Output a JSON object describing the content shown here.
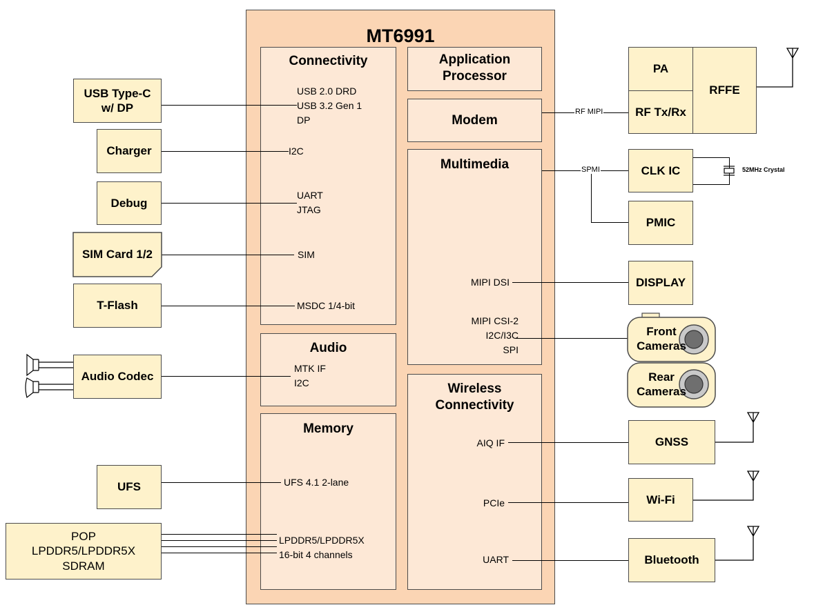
{
  "chip": {
    "title": "MT6991"
  },
  "blocks": {
    "connectivity": {
      "title": "Connectivity"
    },
    "app_processor": {
      "title": "Application\nProcessor"
    },
    "modem": {
      "title": "Modem"
    },
    "multimedia": {
      "title": "Multimedia"
    },
    "audio": {
      "title": "Audio"
    },
    "memory": {
      "title": "Memory"
    },
    "wireless": {
      "title": "Wireless\nConnectivity"
    }
  },
  "signals": {
    "usb": "USB 2.0 DRD\nUSB 3.2 Gen 1\nDP",
    "i2c": "I2C",
    "uart_jtag": "UART\nJTAG",
    "sim": "SIM",
    "msdc": "MSDC 1/4-bit",
    "audio_if": "MTK IF\nI2C",
    "ufs": "UFS 4.1 2-lane",
    "lpddr": "LPDDR5/LPDDR5X\n16-bit 4 channels",
    "mipi_dsi": "MIPI DSI",
    "mipi_csi": "MIPI CSI-2\nI2C/I3C\nSPI",
    "aiq": "AIQ IF",
    "pcie": "PCIe",
    "uart": "UART"
  },
  "left_peripherals": {
    "usb": "USB Type-C\nw/ DP",
    "charger": "Charger",
    "debug": "Debug",
    "sim_card": "SIM Card 1/2",
    "tflash": "T-Flash",
    "audio_codec": "Audio Codec",
    "ufs": "UFS",
    "pop": "POP\nLPDDR5/LPDDR5X\nSDRAM"
  },
  "right_peripherals": {
    "pa": "PA",
    "rf_txrx": "RF Tx/Rx",
    "rffe": "RFFE",
    "clk_ic": "CLK IC",
    "pmic": "PMIC",
    "display": "DISPLAY",
    "front_cameras": "Front\nCameras",
    "rear_cameras": "Rear\nCameras",
    "gnss": "GNSS",
    "wifi": "Wi-Fi",
    "bluetooth": "Bluetooth"
  },
  "link_labels": {
    "rf_mipi": "RF MIPI",
    "spmi": "SPMI",
    "crystal": "52MHz Crystal"
  },
  "colors": {
    "chip_fill": "#fbd5b4",
    "block_fill": "#fde8d6",
    "peripheral_fill": "#fef2cb",
    "stroke": "#4a4a4a"
  },
  "icons": [
    "antenna-icon",
    "speaker-icon",
    "crystal-icon",
    "camera-lens-icon"
  ]
}
